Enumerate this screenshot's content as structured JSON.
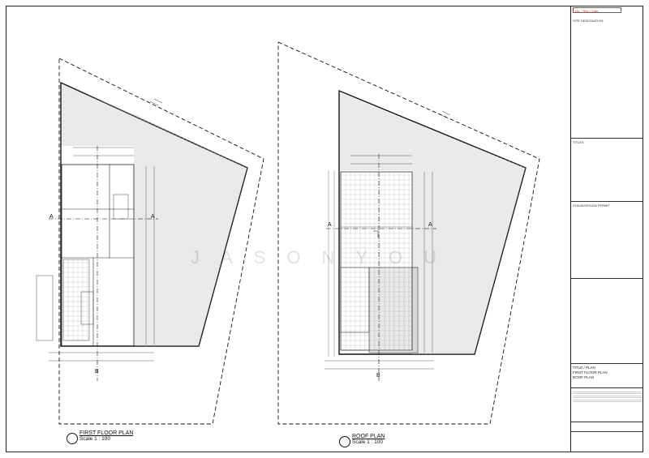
{
  "sheet": {
    "watermark": "JASONYOU"
  },
  "plans": [
    {
      "name": "FIRST FLOOR PLAN",
      "scale": "Scale 1 : 100"
    },
    {
      "name": "ROOF PLAN",
      "scale": "Scale 1 : 100"
    }
  ],
  "section_markers": {
    "a": "A",
    "b": "B"
  },
  "title_block": {
    "header": "No. / Rev / Date",
    "sections": [
      "SITE DESIGNATION",
      "TITLES",
      "STAGE/DESIGN PERMIT"
    ],
    "drawing_title": [
      "TITLE / PLAN",
      "FIRST FLOOR PLAN",
      "ROOF PLAN"
    ]
  },
  "colors": {
    "line": "#111111",
    "hatch": "#9a9a9a",
    "accent": "#cc3333"
  }
}
